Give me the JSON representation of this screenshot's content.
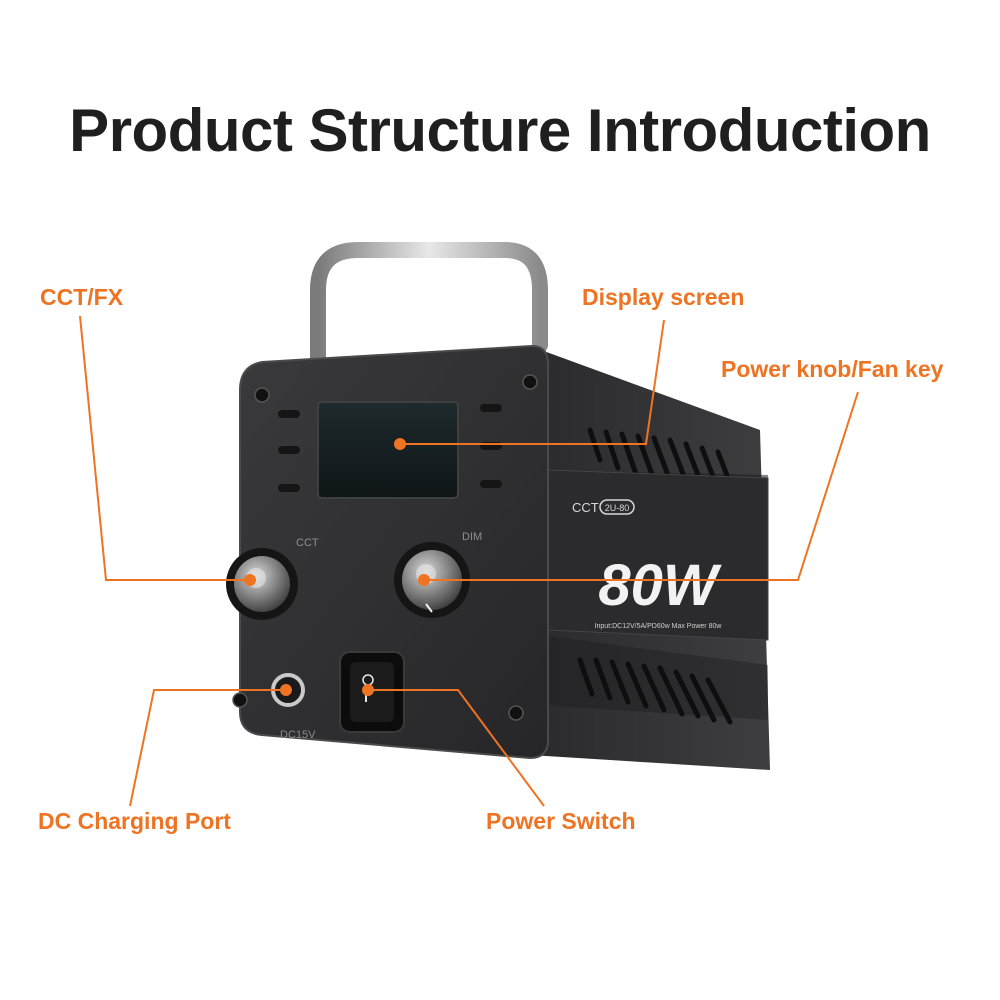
{
  "title": "Product Structure Introduction",
  "callouts": {
    "cct_fx": "CCT/FX",
    "display_screen": "Display screen",
    "power_knob": "Power knob/Fan key",
    "dc_port": "DC Charging Port",
    "power_switch": "Power Switch"
  },
  "device": {
    "panel_cct": "CCT",
    "panel_model": "2U-80",
    "power_rating": "80W",
    "input_spec": "Input:DC12V/5A/PD60w Max Power 80w",
    "knob_left_label": "CCT",
    "knob_right_label": "DIM",
    "dc_label": "DC15V"
  },
  "colors": {
    "accent": "#ee7322",
    "title": "#1f1f1f",
    "device_body": "#2e2e30"
  }
}
